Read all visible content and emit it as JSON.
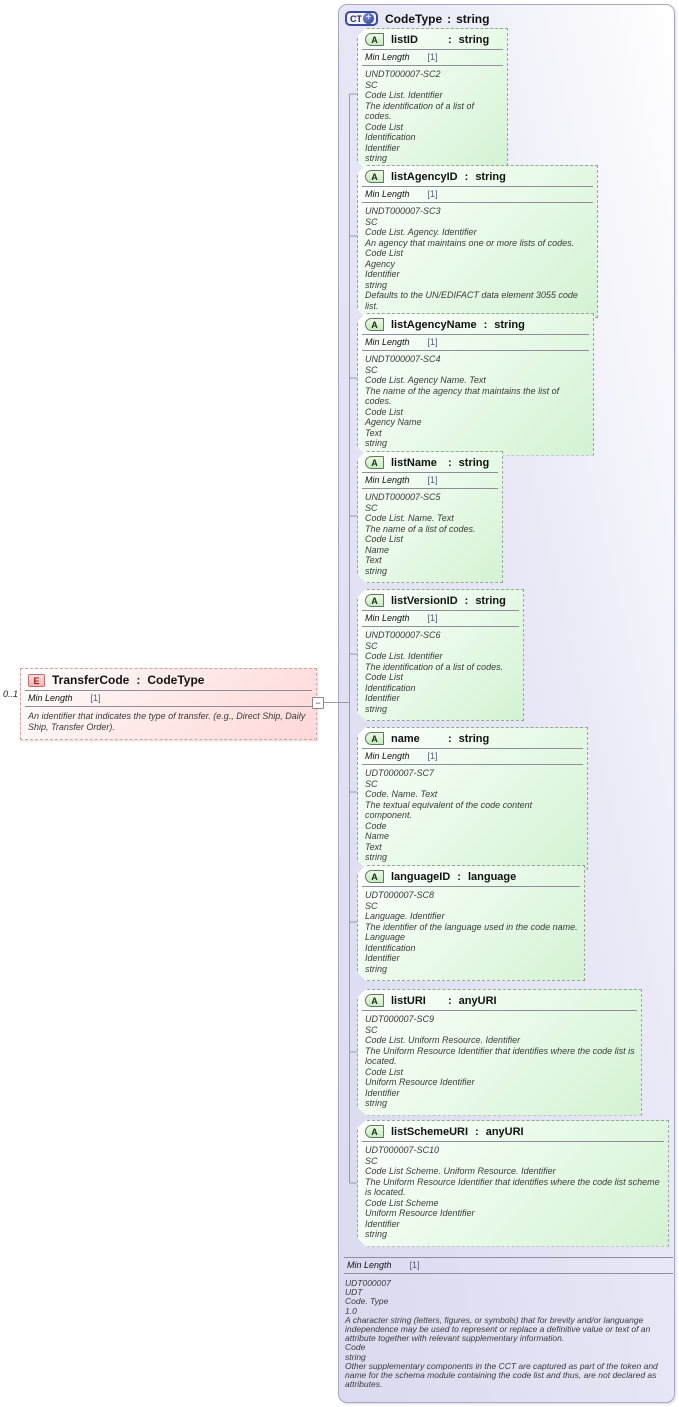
{
  "colon": ":",
  "container": {
    "badge": "CT",
    "plus": "+",
    "name": "CodeType",
    "type": "string",
    "facet": {
      "name": "Min Length",
      "value": "[1]"
    },
    "annotation": [
      "UDT000007",
      "UDT",
      "Code. Type",
      "1.0",
      "A character string (letters, figures, or symbols) that for brevity and/or languange independence may be used to represent or replace a definitive value or text of an attribute together with relevant supplementary information.",
      "Code",
      "string",
      "Other supplementary components in the CCT are captured as part of the token and name for the schema module containing the code list and thus, are not declared as attributes."
    ]
  },
  "element": {
    "badge": "E",
    "cardinality": "0..1",
    "name": "TransferCode",
    "type": "CodeType",
    "collapse_glyph": "−",
    "facet": {
      "name": "Min Length",
      "value": "[1]"
    },
    "annotation": [
      "An identifier that indicates the type of transfer. (e.g.,  Direct Ship, Daily Ship, Transfer Order)."
    ]
  },
  "attributes": [
    {
      "badge": "A",
      "name": "listID",
      "type": "string",
      "facet": {
        "name": "Min Length",
        "value": "[1]"
      },
      "annotation": [
        "UNDT000007-SC2",
        "SC",
        "Code List. Identifier",
        "The identification of a list of codes.",
        "Code List",
        "Identification",
        "Identifier",
        "string"
      ]
    },
    {
      "badge": "A",
      "name": "listAgencyID",
      "type": "string",
      "facet": {
        "name": "Min Length",
        "value": "[1]"
      },
      "annotation": [
        "UNDT000007-SC3",
        "SC",
        "Code List. Agency. Identifier",
        "An agency that maintains one or more lists of codes.",
        "Code List",
        "Agency",
        "Identifier",
        "string",
        "Defaults to the UN/EDIFACT data element 3055 code list."
      ]
    },
    {
      "badge": "A",
      "name": "listAgencyName",
      "type": "string",
      "facet": {
        "name": "Min Length",
        "value": "[1]"
      },
      "annotation": [
        "UNDT000007-SC4",
        "SC",
        "Code List. Agency Name. Text",
        "The name of the agency that maintains the list of codes.",
        "Code List",
        "Agency Name",
        "Text",
        "string"
      ]
    },
    {
      "badge": "A",
      "name": "listName",
      "type": "string",
      "facet": {
        "name": "Min Length",
        "value": "[1]"
      },
      "annotation": [
        "UNDT000007-SC5",
        "SC",
        "Code List. Name. Text",
        "The name of a list of codes.",
        "Code List",
        "Name",
        "Text",
        "string"
      ]
    },
    {
      "badge": "A",
      "name": "listVersionID",
      "type": "string",
      "facet": {
        "name": "Min Length",
        "value": "[1]"
      },
      "annotation": [
        "UNDT000007-SC6",
        "SC",
        "Code List. Identifier",
        "The identification of a list of codes.",
        "Code List",
        "Identification",
        "Identifier",
        "string"
      ]
    },
    {
      "badge": "A",
      "name": "name",
      "type": "string",
      "facet": {
        "name": "Min Length",
        "value": "[1]"
      },
      "annotation": [
        "UDT000007-SC7",
        "SC",
        "Code. Name. Text",
        "The textual equivalent of the code content component.",
        "Code",
        "Name",
        "Text",
        "string"
      ]
    },
    {
      "badge": "A",
      "name": "languageID",
      "type": "language",
      "annotation": [
        "UDT000007-SC8",
        "SC",
        "Language. Identifier",
        "The identifier of the language used in the code name.",
        "Language",
        "Identification",
        "Identifier",
        "string"
      ]
    },
    {
      "badge": "A",
      "name": "listURI",
      "type": "anyURI",
      "annotation": [
        "UDT000007-SC9",
        "SC",
        "Code List. Uniform Resource. Identifier",
        "The Uniform Resource Identifier that identifies where the code list is located.",
        "Code List",
        "Uniform Resource Identifier",
        "Identifier",
        "string"
      ]
    },
    {
      "badge": "A",
      "name": "listSchemeURI",
      "type": "anyURI",
      "annotation": [
        "UDT000007-SC10",
        "SC",
        "Code List Scheme. Uniform Resource. Identifier",
        "The Uniform Resource Identifier that identifies where the code list scheme is located.",
        "Code List Scheme",
        "Uniform Resource Identifier",
        "Identifier",
        "string"
      ]
    }
  ]
}
